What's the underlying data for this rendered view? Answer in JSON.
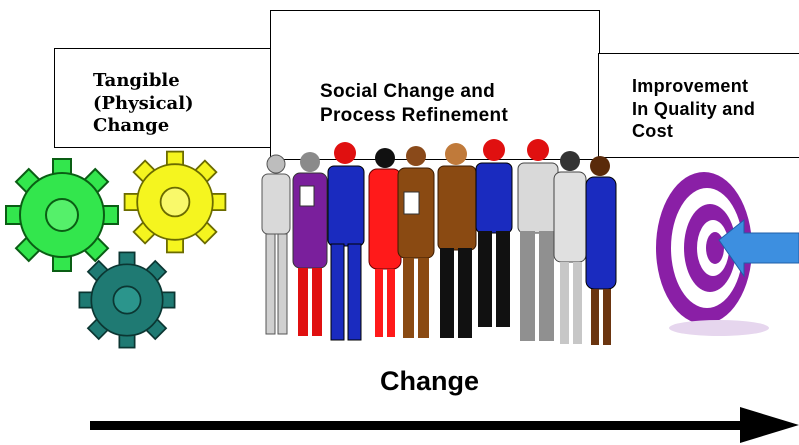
{
  "labels": {
    "tangible": "Tangible\n(Physical)\nChange",
    "social": "Social Change and\nProcess Refinement",
    "improvement": "Improvement\nIn Quality and\nCost",
    "change": "Change"
  },
  "colors": {
    "gear_green": "#33e64d",
    "gear_yellow": "#f5f51f",
    "gear_teal": "#1f7a73",
    "target_purple": "#8a1fa6",
    "arrow_blue": "#3d8fe0",
    "timeline": "#000000"
  },
  "icons": [
    "gear-icon",
    "people-group-icon",
    "target-icon",
    "arrow-right-icon"
  ]
}
